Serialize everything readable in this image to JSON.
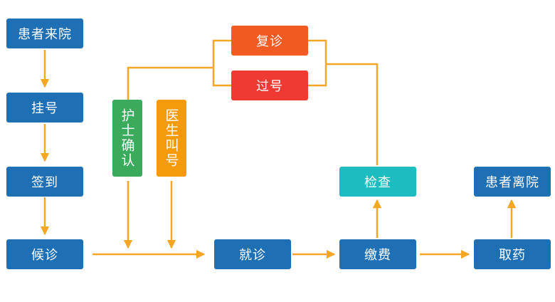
{
  "colors": {
    "primary": "#1f6fb5",
    "connector": "#f5a623",
    "nurse": "#3aaa5c",
    "doctor": "#f59a0b",
    "revisit": "#f15a22",
    "missed": "#ef3a34",
    "exam": "#1cbcc0"
  },
  "nodes": {
    "arrive": "患者来院",
    "register": "挂号",
    "checkin": "签到",
    "wait": "候诊",
    "nurse_confirm": "护士确认",
    "doctor_call": "医生叫号",
    "revisit": "复诊",
    "missed": "过号",
    "consult": "就诊",
    "pay": "缴费",
    "exam": "检查",
    "pharmacy": "取药",
    "leave": "患者离院"
  }
}
